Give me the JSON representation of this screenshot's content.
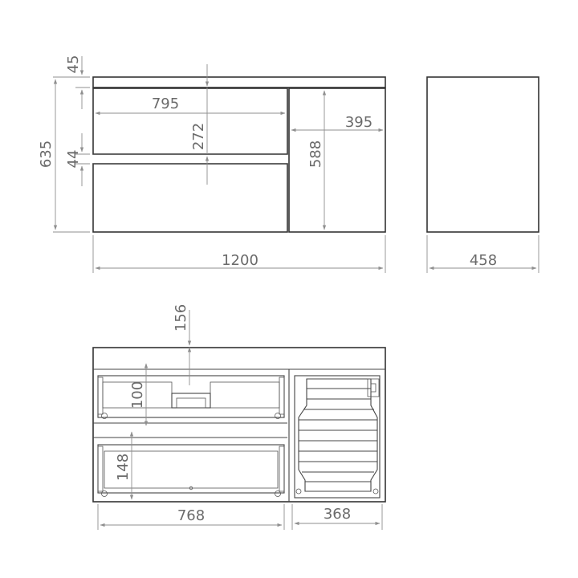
{
  "dimensions": {
    "top_thickness": "45",
    "total_height": "635",
    "drawer_gap": "44",
    "upper_drawer_width": "795",
    "upper_drawer_height": "272",
    "door_width": "395",
    "door_height": "588",
    "total_width": "1200",
    "depth": "458",
    "top_cutout_depth": "156",
    "upper_inner_height": "100",
    "lower_inner_height": "148",
    "drawer_inner_width": "768",
    "basket_width": "368"
  },
  "colors": {
    "outline": "#333333",
    "dimension_line": "#8f8f8f",
    "label": "#6a6a6a"
  }
}
